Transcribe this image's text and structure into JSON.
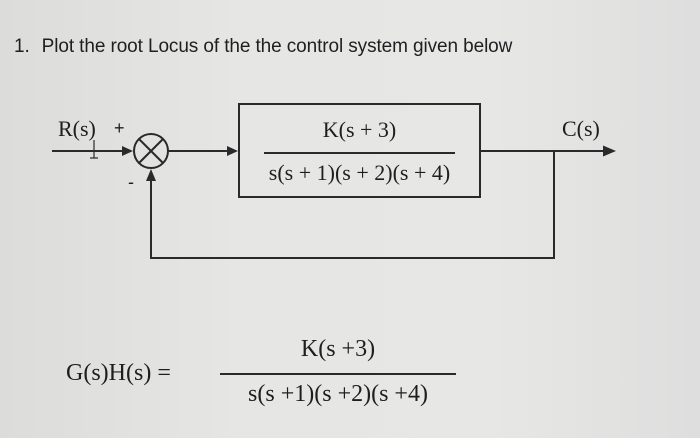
{
  "question": {
    "number": "1.",
    "text": "Plot the root Locus of the the control system given below"
  },
  "block_diagram": {
    "input_label": "R(s)",
    "output_label": "C(s)",
    "summing_junction": {
      "plus_sign": "+",
      "minus_sign": "-"
    },
    "forward_block": {
      "numerator": "K(s + 3)",
      "denominator": "s(s + 1)(s + 2)(s + 4)"
    },
    "feedback": "unity negative feedback"
  },
  "open_loop_equation": {
    "lhs": "G(s)H(s) =",
    "numerator": "K(s +3)",
    "denominator": "s(s +1)(s +2)(s +4)"
  }
}
